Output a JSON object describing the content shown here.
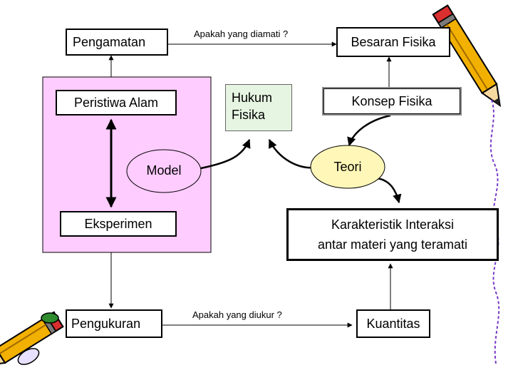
{
  "nodes": {
    "pengamatan": "Pengamatan",
    "peristiwa_alam": "Peristiwa Alam",
    "model": "Model",
    "eksperimen": "Eksperimen",
    "pengukuran": "Pengukuran",
    "hukum_fisika_line1": "Hukum",
    "hukum_fisika_line2": "Fisika",
    "besaran_fisika": "Besaran Fisika",
    "konsep_fisika": "Konsep Fisika",
    "teori": "Teori",
    "karakteristik_line1": "Karakteristik Interaksi",
    "karakteristik_line2": "antar materi yang teramati",
    "kuantitas": "Kuantitas"
  },
  "edge_labels": {
    "top": "Apakah yang diamati ?",
    "bottom": "Apakah yang diukur ?"
  },
  "colors": {
    "pink_panel": "#ffccff",
    "hukum_bg": "#e6f5e1",
    "teori_bg": "#fff7b8",
    "model_bg": "#ffccff",
    "karakteristik_bg": "#ffffff"
  },
  "decorations": [
    "pencil-icon-top-right",
    "pencil-icon-bottom-left"
  ]
}
